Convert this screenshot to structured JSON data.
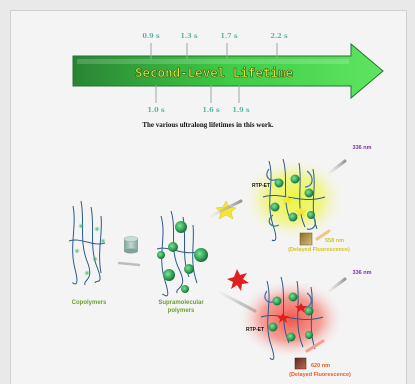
{
  "timeline": {
    "title": "Second-Level Lifetime",
    "top_labels": [
      "0.9 s",
      "1.3 s",
      "1.7 s",
      "2.2 s"
    ],
    "bottom_labels": [
      "1.0 s",
      "1.6 s",
      "1.9 s"
    ],
    "caption": "The various ultralong lifetimes in this work."
  },
  "scheme": {
    "copolymers_label": "Copolymers",
    "supramolecular_label": "Supramolecular polymers",
    "supramolecular_line1": "Supramolecular",
    "supramolecular_line2": "polymers",
    "upper": {
      "excitation": "336 nm",
      "transfer": "RTP-ET",
      "emission_nm": "558 nm",
      "emission_type": "(Delayed Fluorescence)",
      "glow_color": "#e7f21a"
    },
    "lower": {
      "excitation": "336 nm",
      "transfer": "RTP-ET",
      "emission_nm": "620 nm",
      "emission_type": "(Delayed Fluorescence)",
      "glow_color": "#f04a3c"
    }
  },
  "colors": {
    "arrow_green": "#38d13f",
    "tick_teal": "#53b6a4",
    "label_green": "#6e9e2f",
    "label_purple": "#7b2fb0",
    "label_yellow": "#d6c21a",
    "label_orange": "#e85a1e"
  }
}
